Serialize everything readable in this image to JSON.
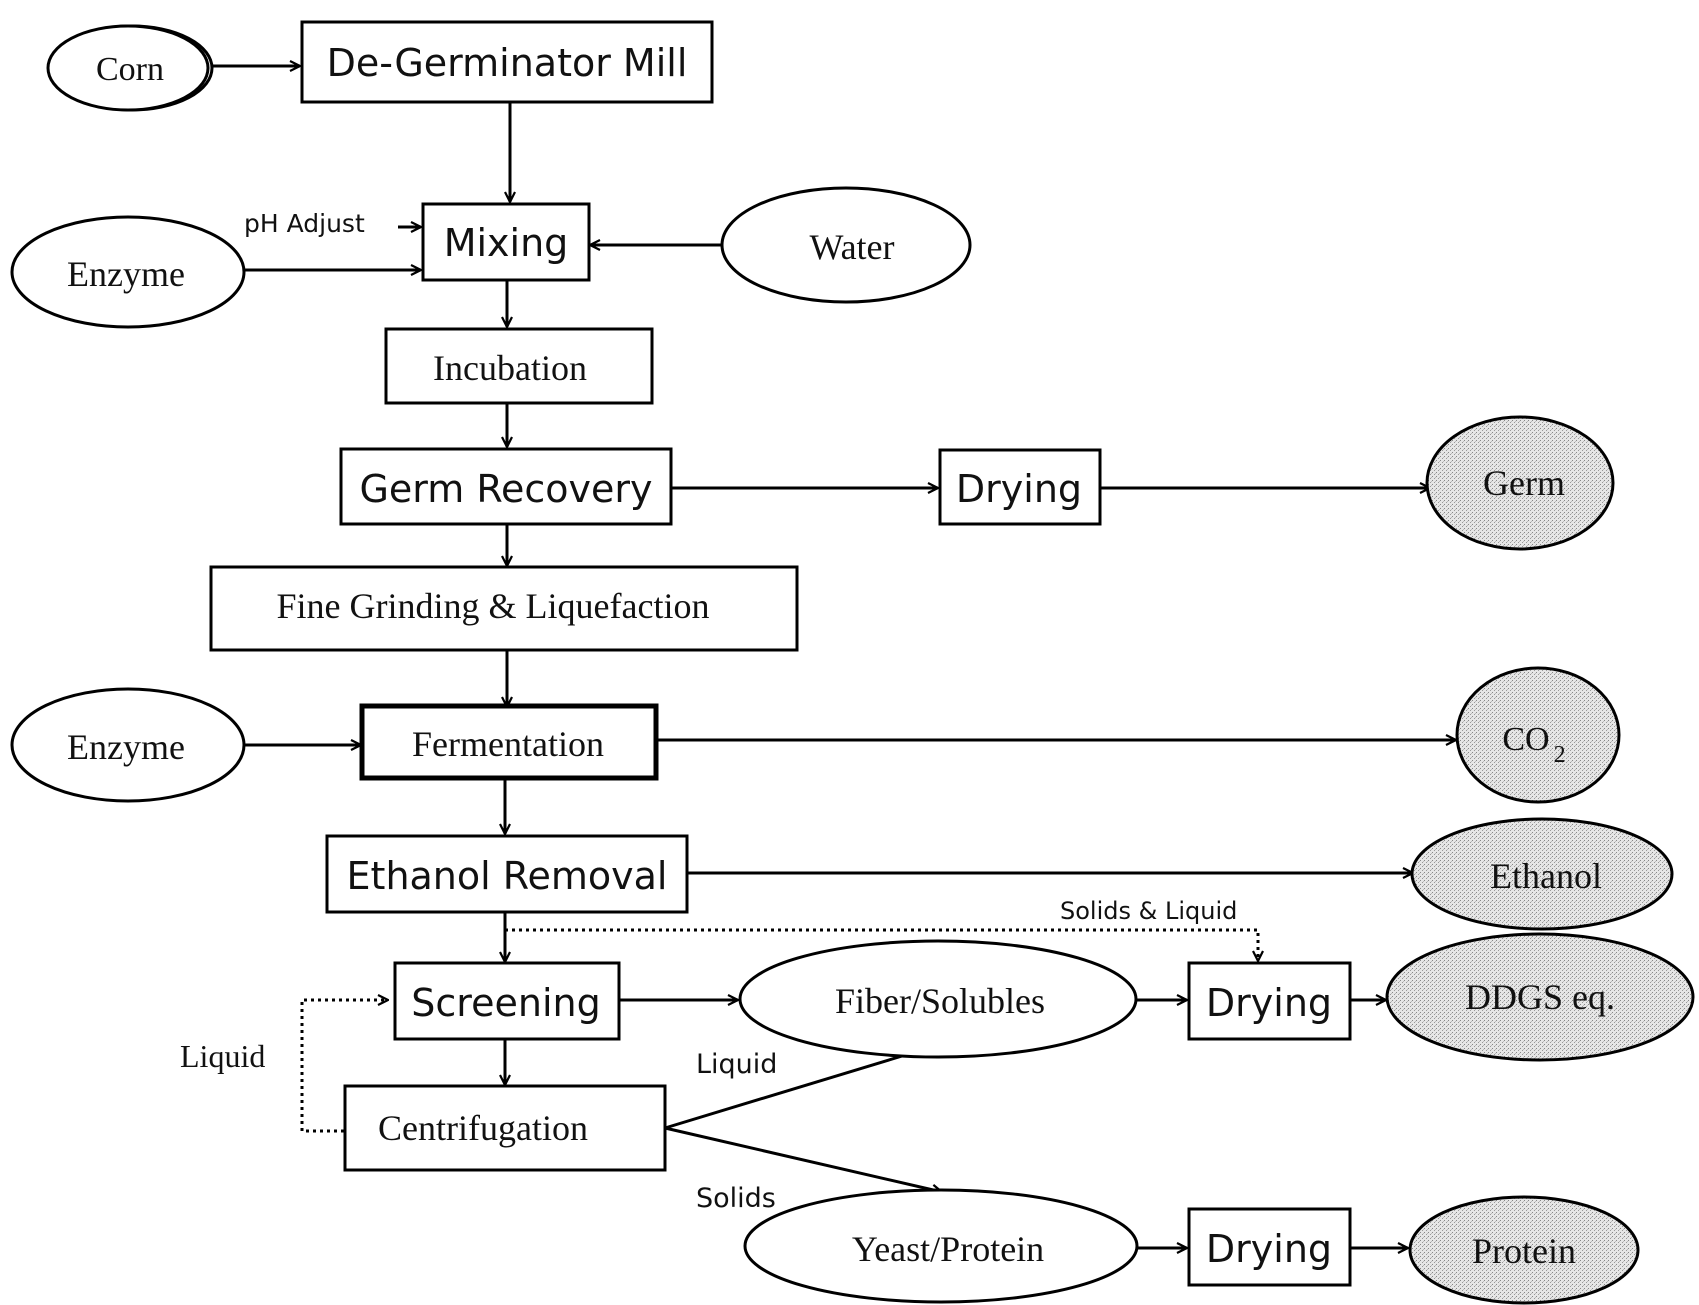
{
  "nodes": {
    "corn": "Corn",
    "degerminator": "De-Germinator Mill",
    "enzyme_1": "Enzyme",
    "mixing": "Mixing",
    "water": "Water",
    "incubation": "Incubation",
    "germ_recovery": "Germ Recovery",
    "drying_germ": "Drying",
    "germ": "Germ",
    "fine_grinding": "Fine Grinding & Liquefaction",
    "enzyme_2": "Enzyme",
    "fermentation": "Fermentation",
    "co2": "CO",
    "co2_subscript": "2",
    "ethanol_removal": "Ethanol Removal",
    "ethanol": "Ethanol",
    "screening": "Screening",
    "fiber_solubles": "Fiber/Solubles",
    "drying_ddgs": "Drying",
    "ddgs": "DDGS eq.",
    "centrifugation": "Centrifugation",
    "yeast_protein": "Yeast/Protein",
    "drying_protein": "Drying",
    "protein": "Protein"
  },
  "labels": {
    "ph_adjust": "pH Adjust",
    "solids_liquid": "Solids & Liquid",
    "liquid_recycle": "Liquid",
    "liquid_centrifuge": "Liquid",
    "solids": "Solids"
  },
  "colors": {
    "stroke": "#000000",
    "output_fill": "#d9d9d9"
  }
}
